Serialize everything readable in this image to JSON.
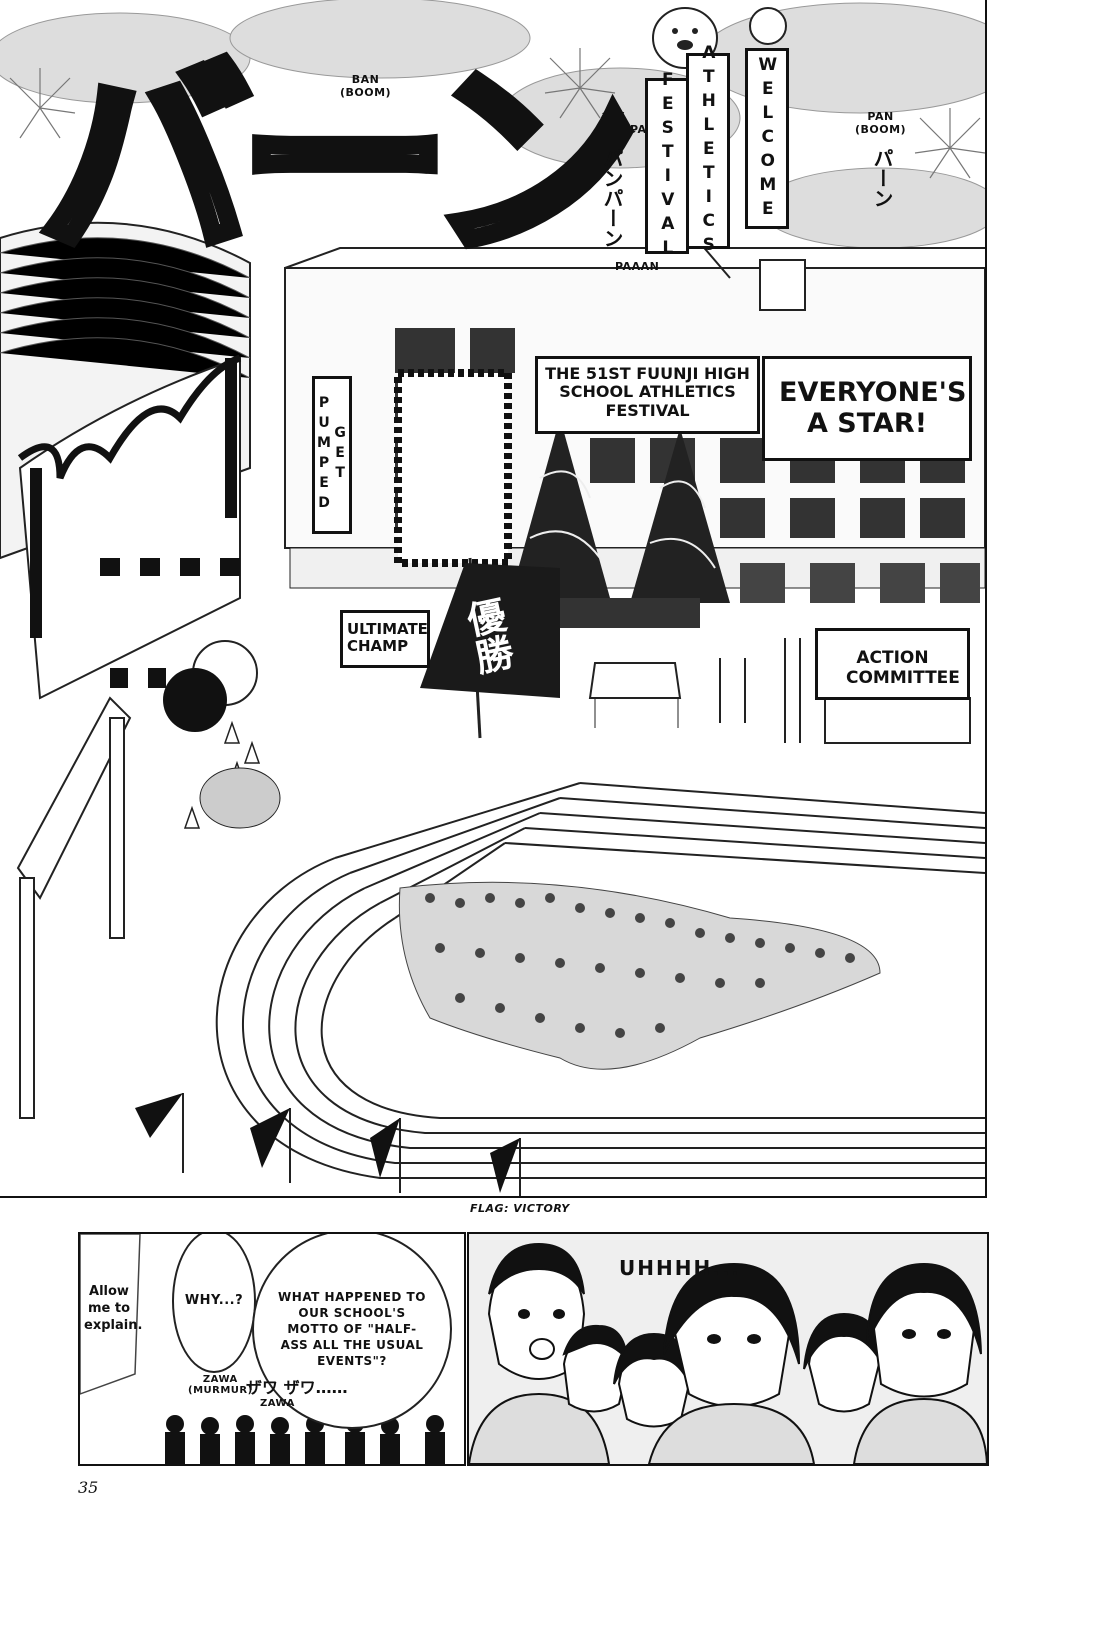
{
  "sfx": {
    "ban_en": "BAN\n(BOOM)",
    "ban_jp": "バーン",
    "pan_left_en": "PAN",
    "pan_left_jp": "パンパーン",
    "paaan_en": "PAAAN",
    "pan_right_en": "PAN\n(BOOM)",
    "pan_right_jp": "パーン",
    "zawa_left_en": "ZAWA\n(MURMUR)",
    "zawa_jp": "ザワ ザワ……",
    "zawa_right_en": "ZAWA",
    "uhhhh": "UHHHH..."
  },
  "banners": {
    "festival": "FESTIVAL",
    "athletics": "ATHLETICS",
    "welcome": "WELCOME",
    "get_pumped": "GET PUMPED",
    "main_banner": "THE 51ST FUUNJI HIGH SCHOOL ATHLETICS FESTIVAL",
    "star_banner": "EVERYONE'S A STAR!",
    "champ_sign": "ULTIMATE CHAMP",
    "action_committee": "ACTION COMMITTEE",
    "flag_kanji": "優勝"
  },
  "caption": "FLAG: VICTORY",
  "dialogue": {
    "allow_me": "Allow me to explain.",
    "why": "WHY...?",
    "motto": "WHAT HAPPENED TO OUR SCHOOL'S MOTTO OF \"HALF-ASS ALL THE USUAL EVENTS\"?"
  },
  "page_number": "35"
}
